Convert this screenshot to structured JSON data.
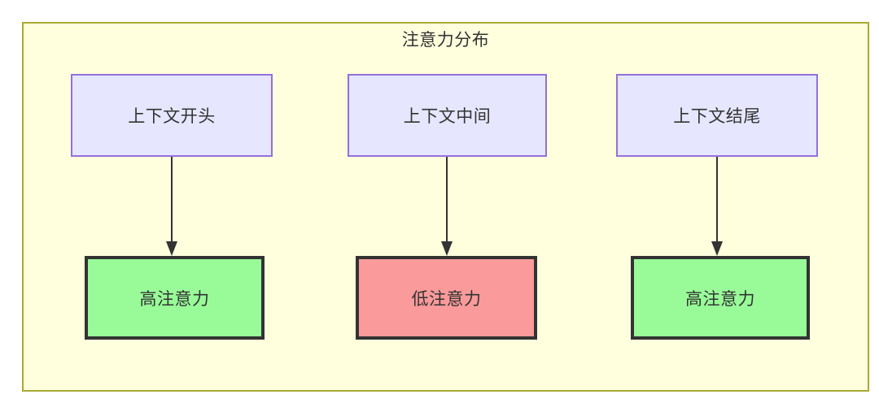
{
  "diagram": {
    "title": "注意力分布",
    "container": {
      "fill": "#ffffde",
      "stroke": "#aaaa33"
    },
    "top_nodes": [
      {
        "id": "context-start",
        "label": "上下文开头",
        "fill": "#e6e6ff",
        "stroke": "#9370db"
      },
      {
        "id": "context-middle",
        "label": "上下文中间",
        "fill": "#e6e6ff",
        "stroke": "#9370db"
      },
      {
        "id": "context-end",
        "label": "上下文结尾",
        "fill": "#e6e6ff",
        "stroke": "#9370db"
      }
    ],
    "bottom_nodes": [
      {
        "id": "high-attention-start",
        "label": "高注意力",
        "fill": "#98fb98",
        "stroke": "#333333"
      },
      {
        "id": "low-attention-middle",
        "label": "低注意力",
        "fill": "#fa9a9a",
        "stroke": "#333333"
      },
      {
        "id": "high-attention-end",
        "label": "高注意力",
        "fill": "#98fb98",
        "stroke": "#333333"
      }
    ],
    "edges": [
      {
        "from": "context-start",
        "to": "high-attention-start",
        "label": "",
        "arrow": "arrow-down-icon"
      },
      {
        "from": "context-middle",
        "to": "low-attention-middle",
        "label": "",
        "arrow": "arrow-down-icon"
      },
      {
        "from": "context-end",
        "to": "high-attention-end",
        "label": "",
        "arrow": "arrow-down-icon"
      }
    ]
  }
}
